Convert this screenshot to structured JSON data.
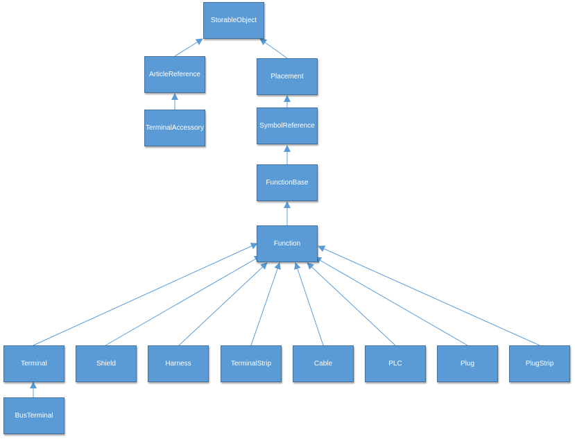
{
  "diagram": {
    "type": "class-hierarchy",
    "colors": {
      "node_fill": "#5b9bd5",
      "node_border": "#41719c",
      "node_text": "#ffffff",
      "edge": "#5b9bd5"
    },
    "nodes": {
      "storable_object": "StorableObject",
      "article_reference": "ArticleReference",
      "terminal_accessory": "TerminalAccessory",
      "placement": "Placement",
      "symbol_reference": "SymbolReference",
      "function_base": "FunctionBase",
      "function": "Function",
      "terminal": "Terminal",
      "bus_terminal": "BusTerminal",
      "shield": "Shield",
      "harness": "Harness",
      "terminal_strip": "TerminalStrip",
      "cable": "Cable",
      "plc": "PLC",
      "plug": "Plug",
      "plug_strip": "PlugStrip"
    },
    "edges": [
      {
        "from": "article_reference",
        "to": "storable_object"
      },
      {
        "from": "placement",
        "to": "storable_object"
      },
      {
        "from": "terminal_accessory",
        "to": "article_reference"
      },
      {
        "from": "symbol_reference",
        "to": "placement"
      },
      {
        "from": "function_base",
        "to": "symbol_reference"
      },
      {
        "from": "function",
        "to": "function_base"
      },
      {
        "from": "terminal",
        "to": "function"
      },
      {
        "from": "shield",
        "to": "function"
      },
      {
        "from": "harness",
        "to": "function"
      },
      {
        "from": "terminal_strip",
        "to": "function"
      },
      {
        "from": "cable",
        "to": "function"
      },
      {
        "from": "plc",
        "to": "function"
      },
      {
        "from": "plug",
        "to": "function"
      },
      {
        "from": "plug_strip",
        "to": "function"
      },
      {
        "from": "bus_terminal",
        "to": "terminal"
      }
    ]
  }
}
